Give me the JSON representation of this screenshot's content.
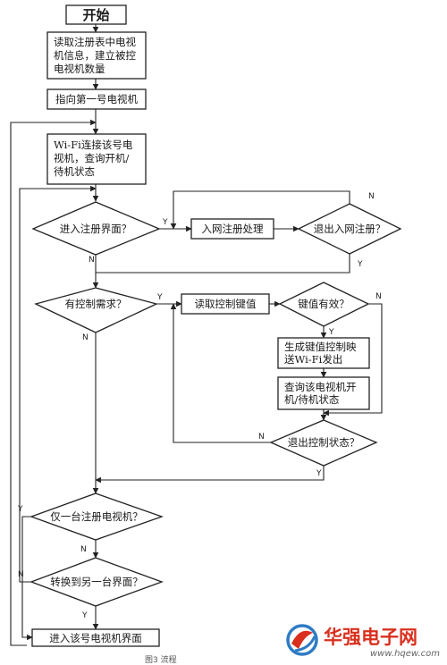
{
  "nodes": {
    "start": "开始",
    "read_registry": [
      "读取注册表中电视",
      "机信息，建立被控",
      "电视机数量"
    ],
    "point_first": "指向第一号电视机",
    "wifi_connect": [
      "Wi-Fi连接该号电",
      "视机，查询开机/",
      "待机状态"
    ],
    "enter_register_q": "进入注册界面？",
    "network_register": "入网注册处理",
    "exit_register_q": "退出入网注册？",
    "control_need_q": "有控制需求？",
    "read_key": "读取控制键值",
    "key_valid_q": "键值有效？",
    "gen_key_code": [
      "生成键值控制映",
      "送Wi-Fi发出"
    ],
    "query_tv_state": [
      "查询该电视机开",
      "机/待机状态"
    ],
    "exit_control_q": "退出控制状态？",
    "only_one_q": "仅一台注册电视机？",
    "switch_other_q": "转换到另一台界面？",
    "enter_tv_ui": "进入该号电视机界面"
  },
  "edge_labels": {
    "yes": "Y",
    "no": "N"
  },
  "caption": "图3 流程",
  "watermark": {
    "brand": "华强电子网",
    "url": "www.hqew.com",
    "color": "#d9301e",
    "logo_color": "#2e7bc4"
  }
}
